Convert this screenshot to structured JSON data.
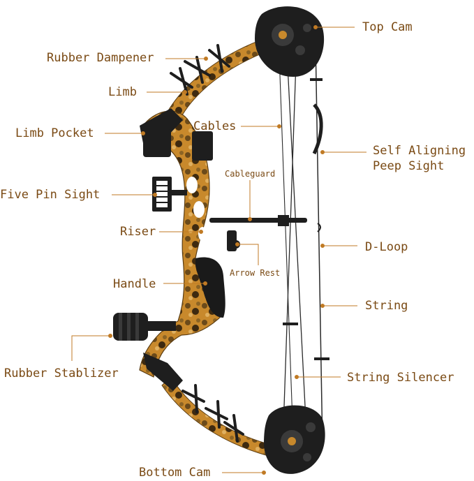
{
  "labels": {
    "top_cam": "Top Cam",
    "rubber_dampener": "Rubber Dampener",
    "limb": "Limb",
    "cables": "Cables",
    "limb_pocket": "Limb Pocket",
    "self_aligning_line1": "Self Aligning",
    "self_aligning_line2": "Peep Sight",
    "cableguard": "Cableguard",
    "five_pin_sight": "Five Pin Sight",
    "riser": "Riser",
    "d_loop": "D-Loop",
    "arrow_rest": "Arrow Rest",
    "handle": "Handle",
    "string": "String",
    "rubber_stablizer": "Rubber Stablizer",
    "string_silencer": "String Silencer",
    "bottom_cam": "Bottom Cam"
  },
  "colors": {
    "label_text": "#7a4a14",
    "leader_line": "#c07a24",
    "camo_base": "#c8892c",
    "camo_dark": "#4a3412",
    "hardware": "#1e1e1e"
  }
}
